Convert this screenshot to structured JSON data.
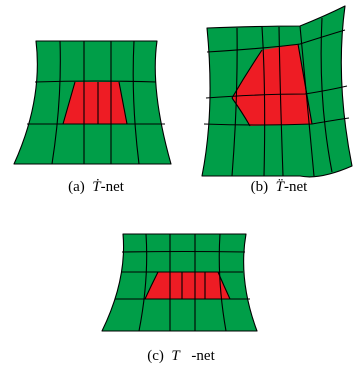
{
  "colors": {
    "green": "#009e48",
    "red": "#ee1c24",
    "stroke": "#000000"
  },
  "figures": [
    {
      "id": "a",
      "caption_label": "(a)",
      "caption_symbol": "Ṫ",
      "caption_suffix": "-net"
    },
    {
      "id": "b",
      "caption_label": "(b)",
      "caption_symbol": "T̈",
      "caption_suffix": "-net"
    },
    {
      "id": "c",
      "caption_label": "(c)",
      "caption_symbol": "T⃛",
      "caption_suffix": "-net"
    }
  ]
}
